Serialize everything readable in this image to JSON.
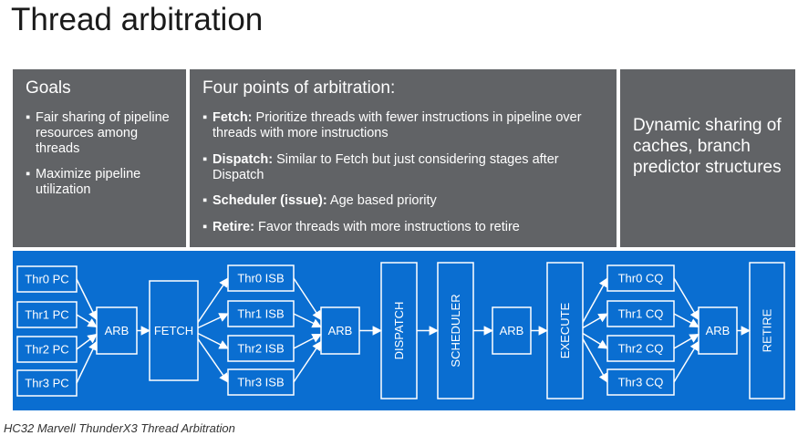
{
  "title": "Thread arbitration",
  "caption": "HC32 Marvell ThunderX3 Thread Arbitration",
  "goals": {
    "heading": "Goals",
    "items": [
      "Fair sharing of pipeline resources among threads",
      "Maximize pipeline utilization"
    ]
  },
  "arbitration": {
    "heading": "Four points of arbitration:",
    "items": [
      {
        "term": "Fetch:",
        "text": " Prioritize threads with fewer instructions in pipeline over threads with more instructions"
      },
      {
        "term": "Dispatch:",
        "text": " Similar to Fetch but just considering stages after Dispatch"
      },
      {
        "term": "Scheduler (issue):",
        "text": " Age based priority"
      },
      {
        "term": "Retire:",
        "text": " Favor threads with more instructions to retire"
      }
    ]
  },
  "dynamic": {
    "text": "Dynamic sharing of caches, branch predictor structures"
  },
  "pipeline": {
    "pc": [
      "Thr0 PC",
      "Thr1 PC",
      "Thr2 PC",
      "Thr3 PC"
    ],
    "arb": "ARB",
    "fetch": "FETCH",
    "isb": [
      "Thr0 ISB",
      "Thr1 ISB",
      "Thr2 ISB",
      "Thr3 ISB"
    ],
    "dispatch": "DISPATCH",
    "scheduler": "SCHEDULER",
    "execute": "EXECUTE",
    "cq": [
      "Thr0 CQ",
      "Thr1 CQ",
      "Thr2 CQ",
      "Thr3 CQ"
    ],
    "retire": "RETIRE"
  },
  "colors": {
    "panel": "#616366",
    "band": "#0a6ed1",
    "stroke": "#ffffff"
  }
}
